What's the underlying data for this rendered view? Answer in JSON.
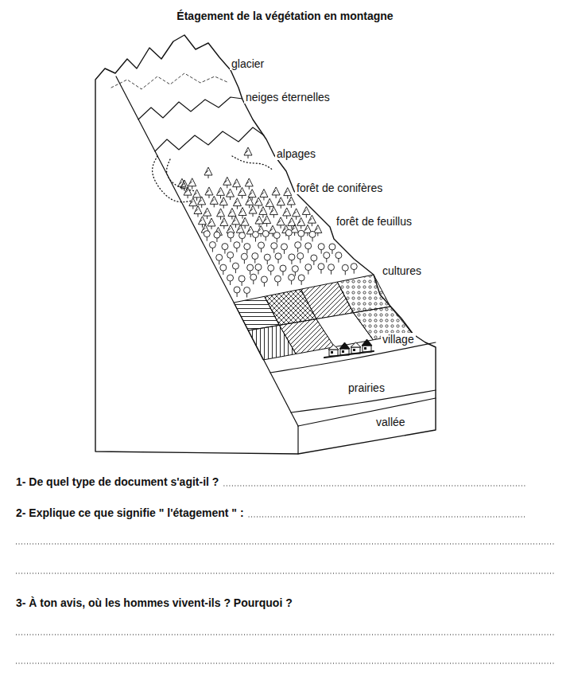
{
  "diagram": {
    "title": "Étagement de la végétation en montagne",
    "labels": [
      "glacier",
      "neiges éternelles",
      "alpages",
      "forêt de conifères",
      "forêt de feuillus",
      "cultures",
      "village",
      "prairies",
      "vallée",
      "1- De quel type de document s'agit-il ?",
      "2- Explique ce que signifie \" l'étagement \" :",
      "3- À ton avis, où les hommes vivent-ils ? Pourquoi ?"
    ]
  }
}
